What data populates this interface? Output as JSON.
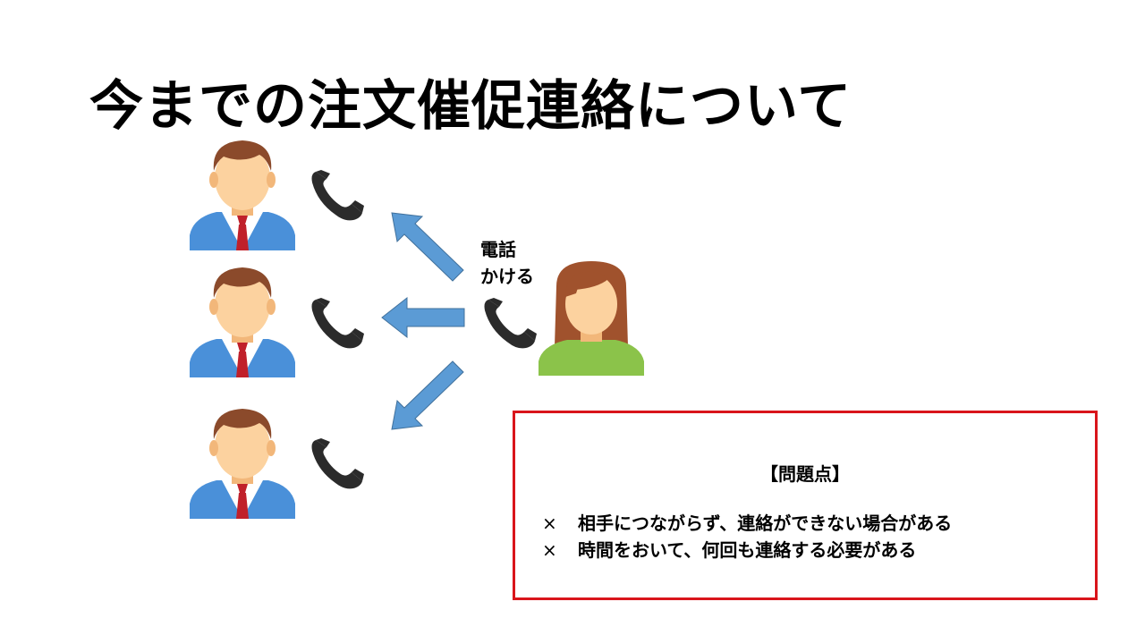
{
  "slide": {
    "title": "今までの注文催促連絡について"
  },
  "diagram": {
    "call_label_line1": "電話",
    "call_label_line2": "かける",
    "colors": {
      "arrow": "#5b9bd5",
      "box_border": "#d9151b",
      "suit": "#4a90d9",
      "tie": "#c0202a",
      "skin": "#fcd29f",
      "male_hair": "#8b4a2b",
      "female_hair": "#a0522d",
      "female_top": "#8bc34a",
      "phone": "#2b2b2b"
    },
    "icons": [
      "male-person-icon",
      "female-person-icon",
      "telephone-handset-icon",
      "arrow-icon"
    ]
  },
  "problems": {
    "heading": "【問題点】",
    "items": [
      {
        "mark": "×",
        "text": "相手につながらず、連絡ができない場合がある"
      },
      {
        "mark": "×",
        "text": "時間をおいて、何回も連絡する必要がある"
      }
    ]
  }
}
